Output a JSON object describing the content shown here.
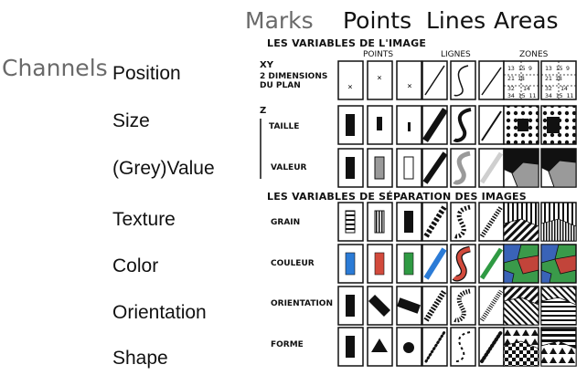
{
  "headers": {
    "marks": "Marks",
    "points": "Points",
    "lines": "Lines",
    "areas": "Areas",
    "channels": "Channels"
  },
  "channels": [
    "Position",
    "Size",
    "(Grey)Value",
    "Texture",
    "Color",
    "Orientation",
    "Shape"
  ],
  "figure": {
    "section_image": "LES VARIABLES DE L'IMAGE",
    "section_separation": "LES VARIABLES DE SÉPARATION DES IMAGES",
    "col_points": "POINTS",
    "col_lignes": "LIGNES",
    "col_zones": "ZONES",
    "axis_xy": "XY",
    "axis_z": "Z",
    "row_position": "2 DIMENSIONS\nDU PLAN",
    "row_taille": "TAILLE",
    "row_valeur": "VALEUR",
    "row_grain": "GRAIN",
    "row_couleur": "COULEUR",
    "row_orientation": "ORIENTATION",
    "row_forme": "FORME"
  },
  "colors": {
    "blue": "#2b7bd6",
    "red": "#d24a3c",
    "green": "#2f9a43",
    "map_blue": "#3a63b8",
    "map_green": "#3a9a4a",
    "map_red": "#c2443a",
    "grey_mid": "#9a9a9a",
    "grey_light": "#cfcfcf"
  }
}
